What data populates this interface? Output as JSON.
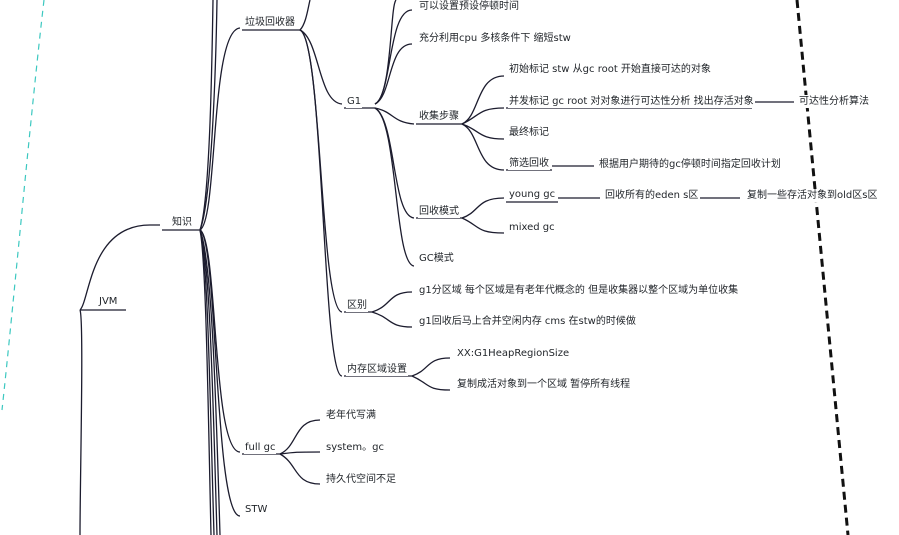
{
  "mindmap": {
    "root": "JVM",
    "knowledge": "知识",
    "gc_collector": "垃圾回收器",
    "top_items": [
      "可以设置预设停顿时间",
      "充分利用cpu 多核条件下 缩短stw"
    ],
    "g1": {
      "label": "G1",
      "collect_steps": {
        "label": "收集步骤",
        "steps": [
          "初始标记 stw 从gc root 开始直接可达的对象",
          "并发标记 gc root 对对象进行可达性分析 找出存活对象",
          "最终标记",
          "筛选回收"
        ],
        "reachability_algo": "可达性分析算法",
        "screening_detail": "根据用户期待的gc停顿时间指定回收计划"
      },
      "collect_mode": {
        "label": "回收模式",
        "young_gc": "young gc",
        "young_detail": "回收所有的eden s区",
        "young_detail2": "复制一些存活对象到old区s区",
        "mixed_gc": "mixed gc"
      },
      "gc_mode": "GC模式"
    },
    "difference": {
      "label": "区别",
      "items": [
        "g1分区域 每个区域是有老年代概念的 但是收集器以整个区域为单位收集",
        "g1回收后马上合并空闲内存  cms 在stw的时候做"
      ]
    },
    "memory_region": {
      "label": "内存区域设置",
      "items": [
        "XX:G1HeapRegionSize",
        "复制成活对象到一个区域 暂停所有线程"
      ]
    },
    "full_gc": {
      "label": "full gc",
      "items": [
        "老年代写满",
        "system。gc",
        "持久代空间不足"
      ]
    },
    "stw": "STW"
  },
  "colors": {
    "line": "#1c1c2e",
    "text": "#1f2328",
    "dashed_boundary": "#111111",
    "teal_boundary": "#3cc8c0"
  }
}
